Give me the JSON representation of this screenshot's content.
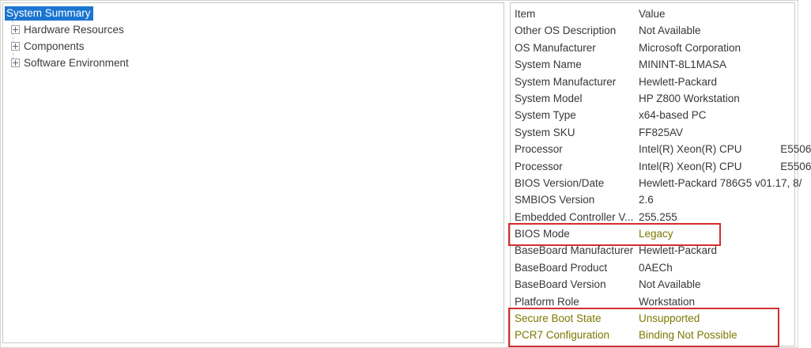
{
  "colors": {
    "selection_blue": "#1b75d1",
    "annotation_red": "#d32f2f",
    "highlight_olive": "#7d7800",
    "pane_border": "#c9c9c2",
    "text": "#373737"
  },
  "tree": {
    "selected_item": "System Summary",
    "items": [
      {
        "label": "System Summary",
        "selected": true,
        "expandable": false
      },
      {
        "label": "Hardware Resources",
        "selected": false,
        "expandable": true
      },
      {
        "label": "Components",
        "selected": false,
        "expandable": true
      },
      {
        "label": "Software Environment",
        "selected": false,
        "expandable": true
      }
    ]
  },
  "details": {
    "columns": [
      "Item",
      "Value"
    ],
    "rows": [
      {
        "item": "Other OS Description",
        "value": "Not Available"
      },
      {
        "item": "OS Manufacturer",
        "value": "Microsoft Corporation"
      },
      {
        "item": "System Name",
        "value": "MININT-8L1MASA"
      },
      {
        "item": "System Manufacturer",
        "value": "Hewlett-Packard"
      },
      {
        "item": "System Model",
        "value": "HP Z800 Workstation"
      },
      {
        "item": "System Type",
        "value": "x64-based PC"
      },
      {
        "item": "System SKU",
        "value": "FF825AV"
      },
      {
        "item": "Processor",
        "value": "Intel(R) Xeon(R) CPU             E5506"
      },
      {
        "item": "Processor",
        "value": "Intel(R) Xeon(R) CPU             E5506"
      },
      {
        "item": "BIOS Version/Date",
        "value": "Hewlett-Packard 786G5 v01.17, 8/"
      },
      {
        "item": "SMBIOS Version",
        "value": "2.6"
      },
      {
        "item": "Embedded Controller V...",
        "value": "255.255"
      },
      {
        "item": "BIOS Mode",
        "value": "Legacy",
        "value_highlight": true,
        "boxed": true
      },
      {
        "item": "BaseBoard Manufacturer",
        "value": "Hewlett-Packard"
      },
      {
        "item": "BaseBoard Product",
        "value": "0AECh"
      },
      {
        "item": "BaseBoard Version",
        "value": "Not Available"
      },
      {
        "item": "Platform Role",
        "value": "Workstation"
      },
      {
        "item": "Secure Boot State",
        "value": "Unsupported",
        "highlight": true,
        "boxed": true
      },
      {
        "item": "PCR7 Configuration",
        "value": "Binding Not Possible",
        "highlight": true,
        "boxed": true
      }
    ]
  },
  "annotations": [
    {
      "name": "bios-mode-box",
      "covers": [
        "BIOS Mode"
      ]
    },
    {
      "name": "secure-boot-box",
      "covers": [
        "Secure Boot State",
        "PCR7 Configuration"
      ]
    }
  ]
}
